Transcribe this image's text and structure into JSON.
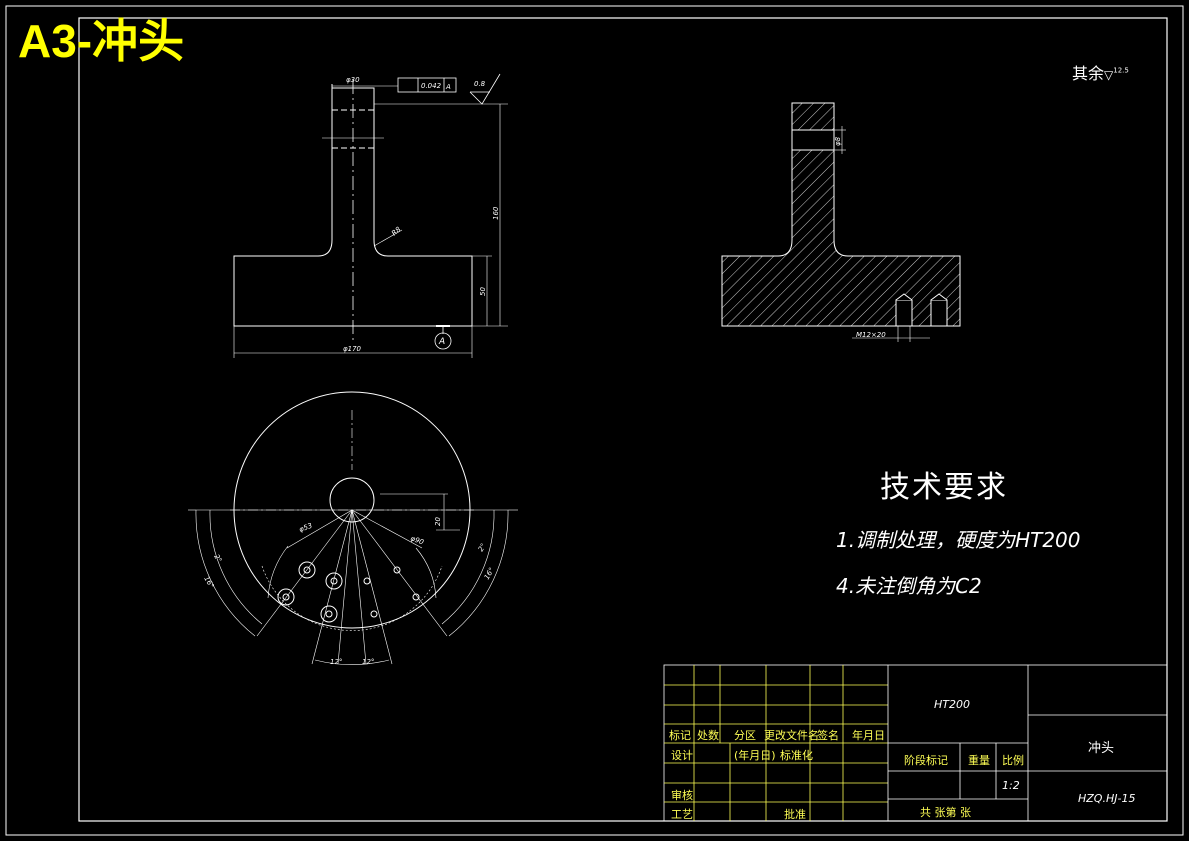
{
  "sheet": {
    "title_tag": "A3-冲头",
    "roughness_note": "其余",
    "roughness_value": "12.5"
  },
  "front_view": {
    "dim_shaft_dia": "φ30",
    "tolerance_value": "0.042",
    "tolerance_datum": "A",
    "surface_finish": "0.8",
    "dim_total_height": "160",
    "dim_fillet": "R8",
    "dim_flange_height": "50",
    "dim_flange_dia": "φ170",
    "datum_marker": "A"
  },
  "section_view": {
    "dim_hole": "φ8",
    "dim_thread": "M12×20"
  },
  "top_view": {
    "dim_pcd": "φ53",
    "dim_pcd2": "φ90",
    "dim_offset": "20",
    "angle_left_1": "2°",
    "angle_left_2": "16°",
    "angle_right_1": "2°",
    "angle_right_2": "16°",
    "angle_bottom_left": "12°",
    "angle_bottom_right": "12°"
  },
  "tech_requirements": {
    "title": "技术要求",
    "line1": "1.调制处理，硬度为HT200",
    "line2": "4.未注倒角为C2"
  },
  "title_block": {
    "material": "HT200",
    "part_name": "冲头",
    "drawing_no": "HZQ.HJ-15",
    "scale_label": "比例",
    "scale_value": "1:2",
    "stage_mark": "阶段标记",
    "weight": "重量",
    "sheets": "共  张第  张",
    "h_mark": "标记",
    "h_count": "处数",
    "h_zone": "分区",
    "h_doc": "更改文件名",
    "h_sign": "签名",
    "h_date": "年月日",
    "design": "设计",
    "date_sign": "(年月日)",
    "standard": "标准化",
    "review": "审核",
    "process": "工艺",
    "approve": "批准"
  }
}
